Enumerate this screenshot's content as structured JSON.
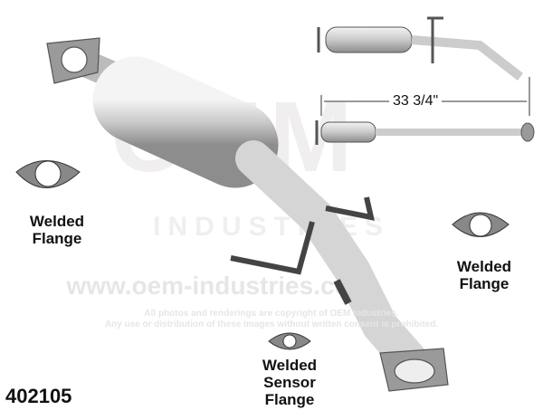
{
  "part_number": "402105",
  "dimension": "33 3/4\"",
  "labels": {
    "left_flange": [
      "Welded",
      "Flange"
    ],
    "right_flange": [
      "Welded",
      "Flange"
    ],
    "sensor_flange": [
      "Welded",
      "Sensor",
      "Flange"
    ]
  },
  "watermark": {
    "logo": "OEM INDUSTRIES",
    "url": "www.oem-industries.com",
    "line1": "All photos and renderings are copyright of OEM Industries.",
    "line2": "Any use or distribution of these images without written consent is prohibited."
  }
}
